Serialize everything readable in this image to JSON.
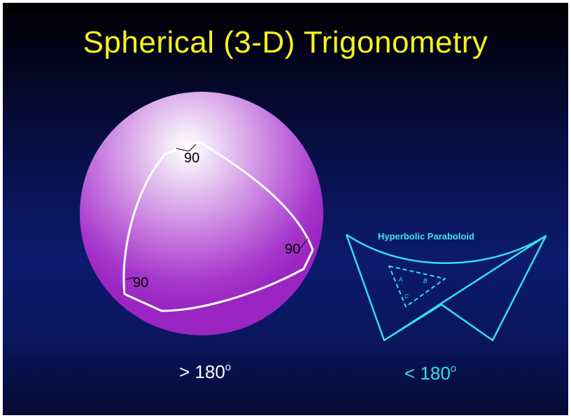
{
  "slide": {
    "title": "Spherical (3-D) Trigonometry",
    "colors": {
      "background": "#0a145c",
      "title": "#f7f21c",
      "sphere": "#a530c8",
      "hyperbolic": "#33e0e8"
    }
  },
  "sphere": {
    "angle_top": "90",
    "angle_right": "90",
    "angle_left": "90",
    "caption_text": "> 180",
    "caption_sup": "o"
  },
  "hyperbolic": {
    "label": "Hyperbolic Paraboloid",
    "letters": [
      "A",
      "B",
      "C"
    ],
    "caption_text": "< 180",
    "caption_sup": "o"
  }
}
